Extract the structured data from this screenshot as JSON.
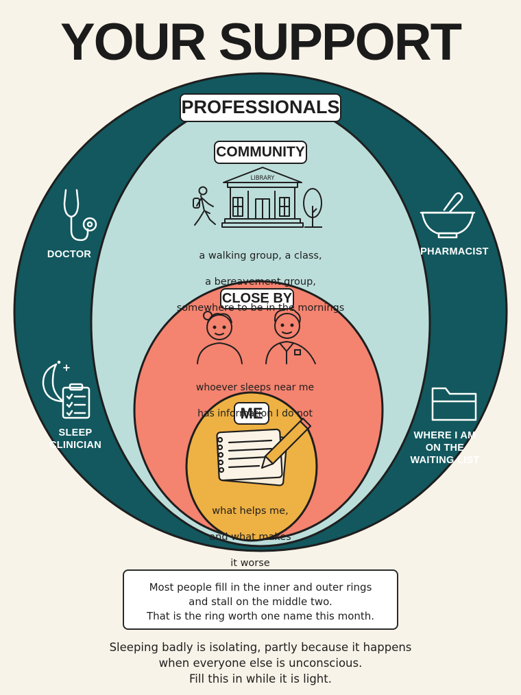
{
  "title": "YOUR SUPPORT CIRCLE",
  "rings": {
    "professionals": {
      "label": "PROFESSIONALS"
    },
    "community": {
      "label": "COMMUNITY",
      "building_sign": "LIBRARY",
      "lines": [
        "a walking group, a class,",
        "a bereavement group,",
        "somewhere to be in the mornings"
      ]
    },
    "close_by": {
      "label": "CLOSE BY",
      "lines": [
        "whoever sleeps near me",
        "has information I do not"
      ]
    },
    "me": {
      "label": "ME",
      "lines": [
        "what helps me,",
        "and what makes",
        "it worse"
      ]
    }
  },
  "professionals": [
    {
      "name": "DOCTOR",
      "icon": "stethoscope-icon"
    },
    {
      "name": "PHARMACIST",
      "icon": "mortar-pestle-icon"
    },
    {
      "name": "SLEEP\nCLINICIAN",
      "icon": "moon-clipboard-icon"
    },
    {
      "name": "WHERE I AM\nON THE\nWAITING LIST",
      "icon": "folder-icon"
    }
  ],
  "note": {
    "lines": [
      "Most people fill in the inner and outer rings",
      "and stall on the middle two.",
      "That is the ring worth one name this month."
    ]
  },
  "footer": {
    "lines": [
      "Sleeping badly is isolating, partly because it happens",
      "when everyone else is unconscious.",
      "Fill this in while it is light."
    ]
  },
  "colors": {
    "background": "#f8f3e8",
    "professionals_ring": "#12585e",
    "community_ring": "#bcdedb",
    "close_by_ring": "#f4836f",
    "me_ring": "#eeb143",
    "outline": "#1e1e1e"
  }
}
